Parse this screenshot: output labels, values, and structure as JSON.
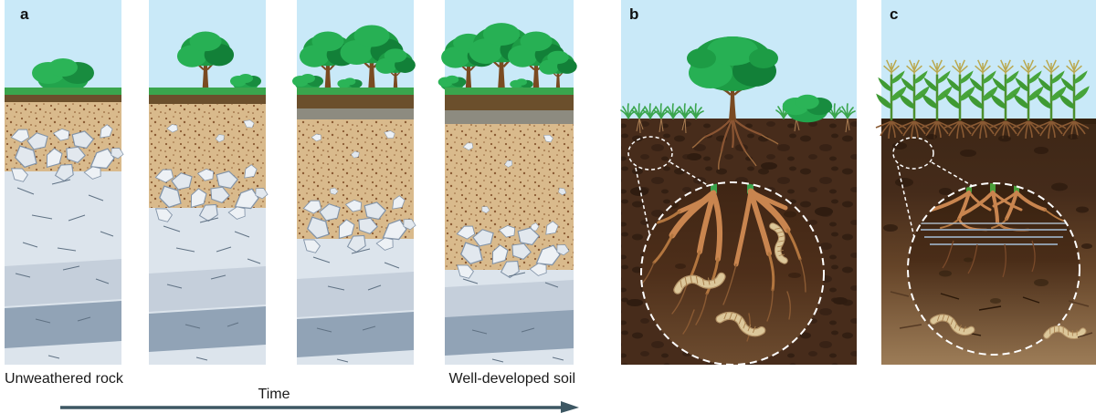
{
  "figure": {
    "panel_a": {
      "letter": "a",
      "caption_left": "Unweathered rock",
      "axis_label": "Time",
      "caption_right": "Well-developed soil",
      "stage_count": 4
    },
    "panel_b": {
      "letter": "b"
    },
    "panel_c": {
      "letter": "c"
    }
  },
  "colors": {
    "sky": "#c9e9f8",
    "grass_green": "#3aa54d",
    "canopy_green": "#1d9c45",
    "trunk_brown": "#7a4a21",
    "topsoil_brown": "#6b4f2c",
    "eluvial_gray": "#8d8b80",
    "subsoil_tan": "#d9ba8c",
    "rock_light": "#dce4ec",
    "rock_medium": "#c5cfdb",
    "rock_dark": "#91a3b6",
    "dark_soil": "#472c1b",
    "root_orange": "#c9854f",
    "worm_tan": "#dcc79a",
    "plow_pan_gray": "#8e9aa8",
    "time_arrow": "#3d5763",
    "magnifier_dash": "#ffffff"
  }
}
